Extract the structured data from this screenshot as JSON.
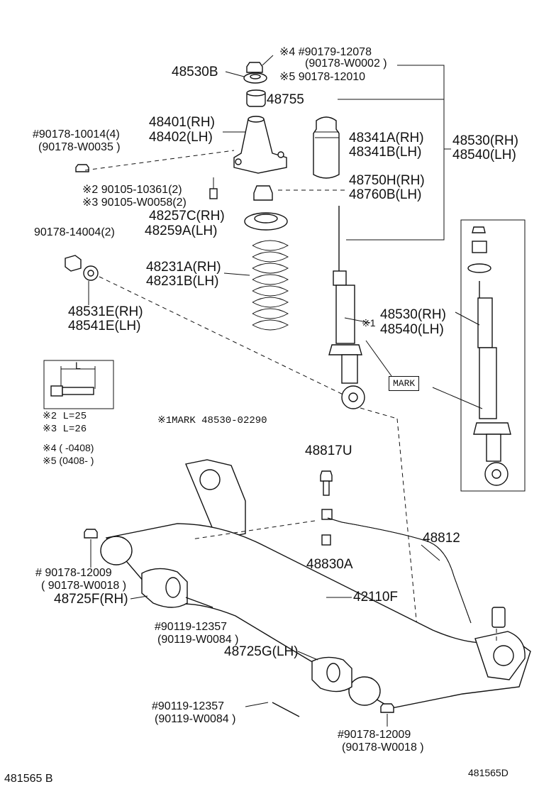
{
  "parts": {
    "top_nut_a": "※4 #90179-12078",
    "top_nut_b": "(90178-W0002 )",
    "top_nut_c": "※5  90178-12010",
    "p48530b": "48530B",
    "p48755": "48755",
    "p48401": "48401(RH)",
    "p48402": "48402(LH)",
    "p48341a": "48341A(RH)",
    "p48341b": "48341B(LH)",
    "p48530rh": "48530(RH)",
    "p48540lh": "48540(LH)",
    "nut4_a": "#90178-10014(4)",
    "nut4_b": "(90178-W0035 )",
    "p48750h": "48750H(RH)",
    "p48760b": "48760B(LH)",
    "bolt2": "※2 90105-10361(2)",
    "bolt3": "※3 90105-W0058(2)",
    "p48257c": "48257C(RH)",
    "p48259a": "48259A(LH)",
    "nut14004": "90178-14004(2)",
    "p48231a": "48231A(RH)",
    "p48231b": "48231B(LH)",
    "p48531e": "48531E(RH)",
    "p48541e": "48541E(LH)",
    "shock_rh": "48530(RH)",
    "shock_lh": "48540(LH)",
    "shock_mark": "※1",
    "mark_box": "MARK",
    "bolt_len_label": "L",
    "note_l25": "※2  L=25",
    "note_l26": "※3  L=26",
    "note_mark": "※1MARK  48530-02290",
    "note4": "※4 (        -0408)",
    "note5": "※5 (0408-        )",
    "p48817u": "48817U",
    "p48812": "48812",
    "p48830a": "48830A",
    "p42110f": "42110F",
    "nut12009_a": "# 90178-12009",
    "nut12009_b": "( 90178-W0018 )",
    "p48725f": "48725F(RH)",
    "bolt12357_a": "#90119-12357",
    "bolt12357_b": "(90119-W0084 )",
    "p48725g": "48725G(LH)",
    "bolt12357b_a": "#90119-12357",
    "bolt12357b_b": "(90119-W0084 )",
    "nut12009b_a": "#90178-12009",
    "nut12009b_b": "(90178-W0018 )",
    "footer_left": "481565  B",
    "footer_right": "481565D"
  }
}
